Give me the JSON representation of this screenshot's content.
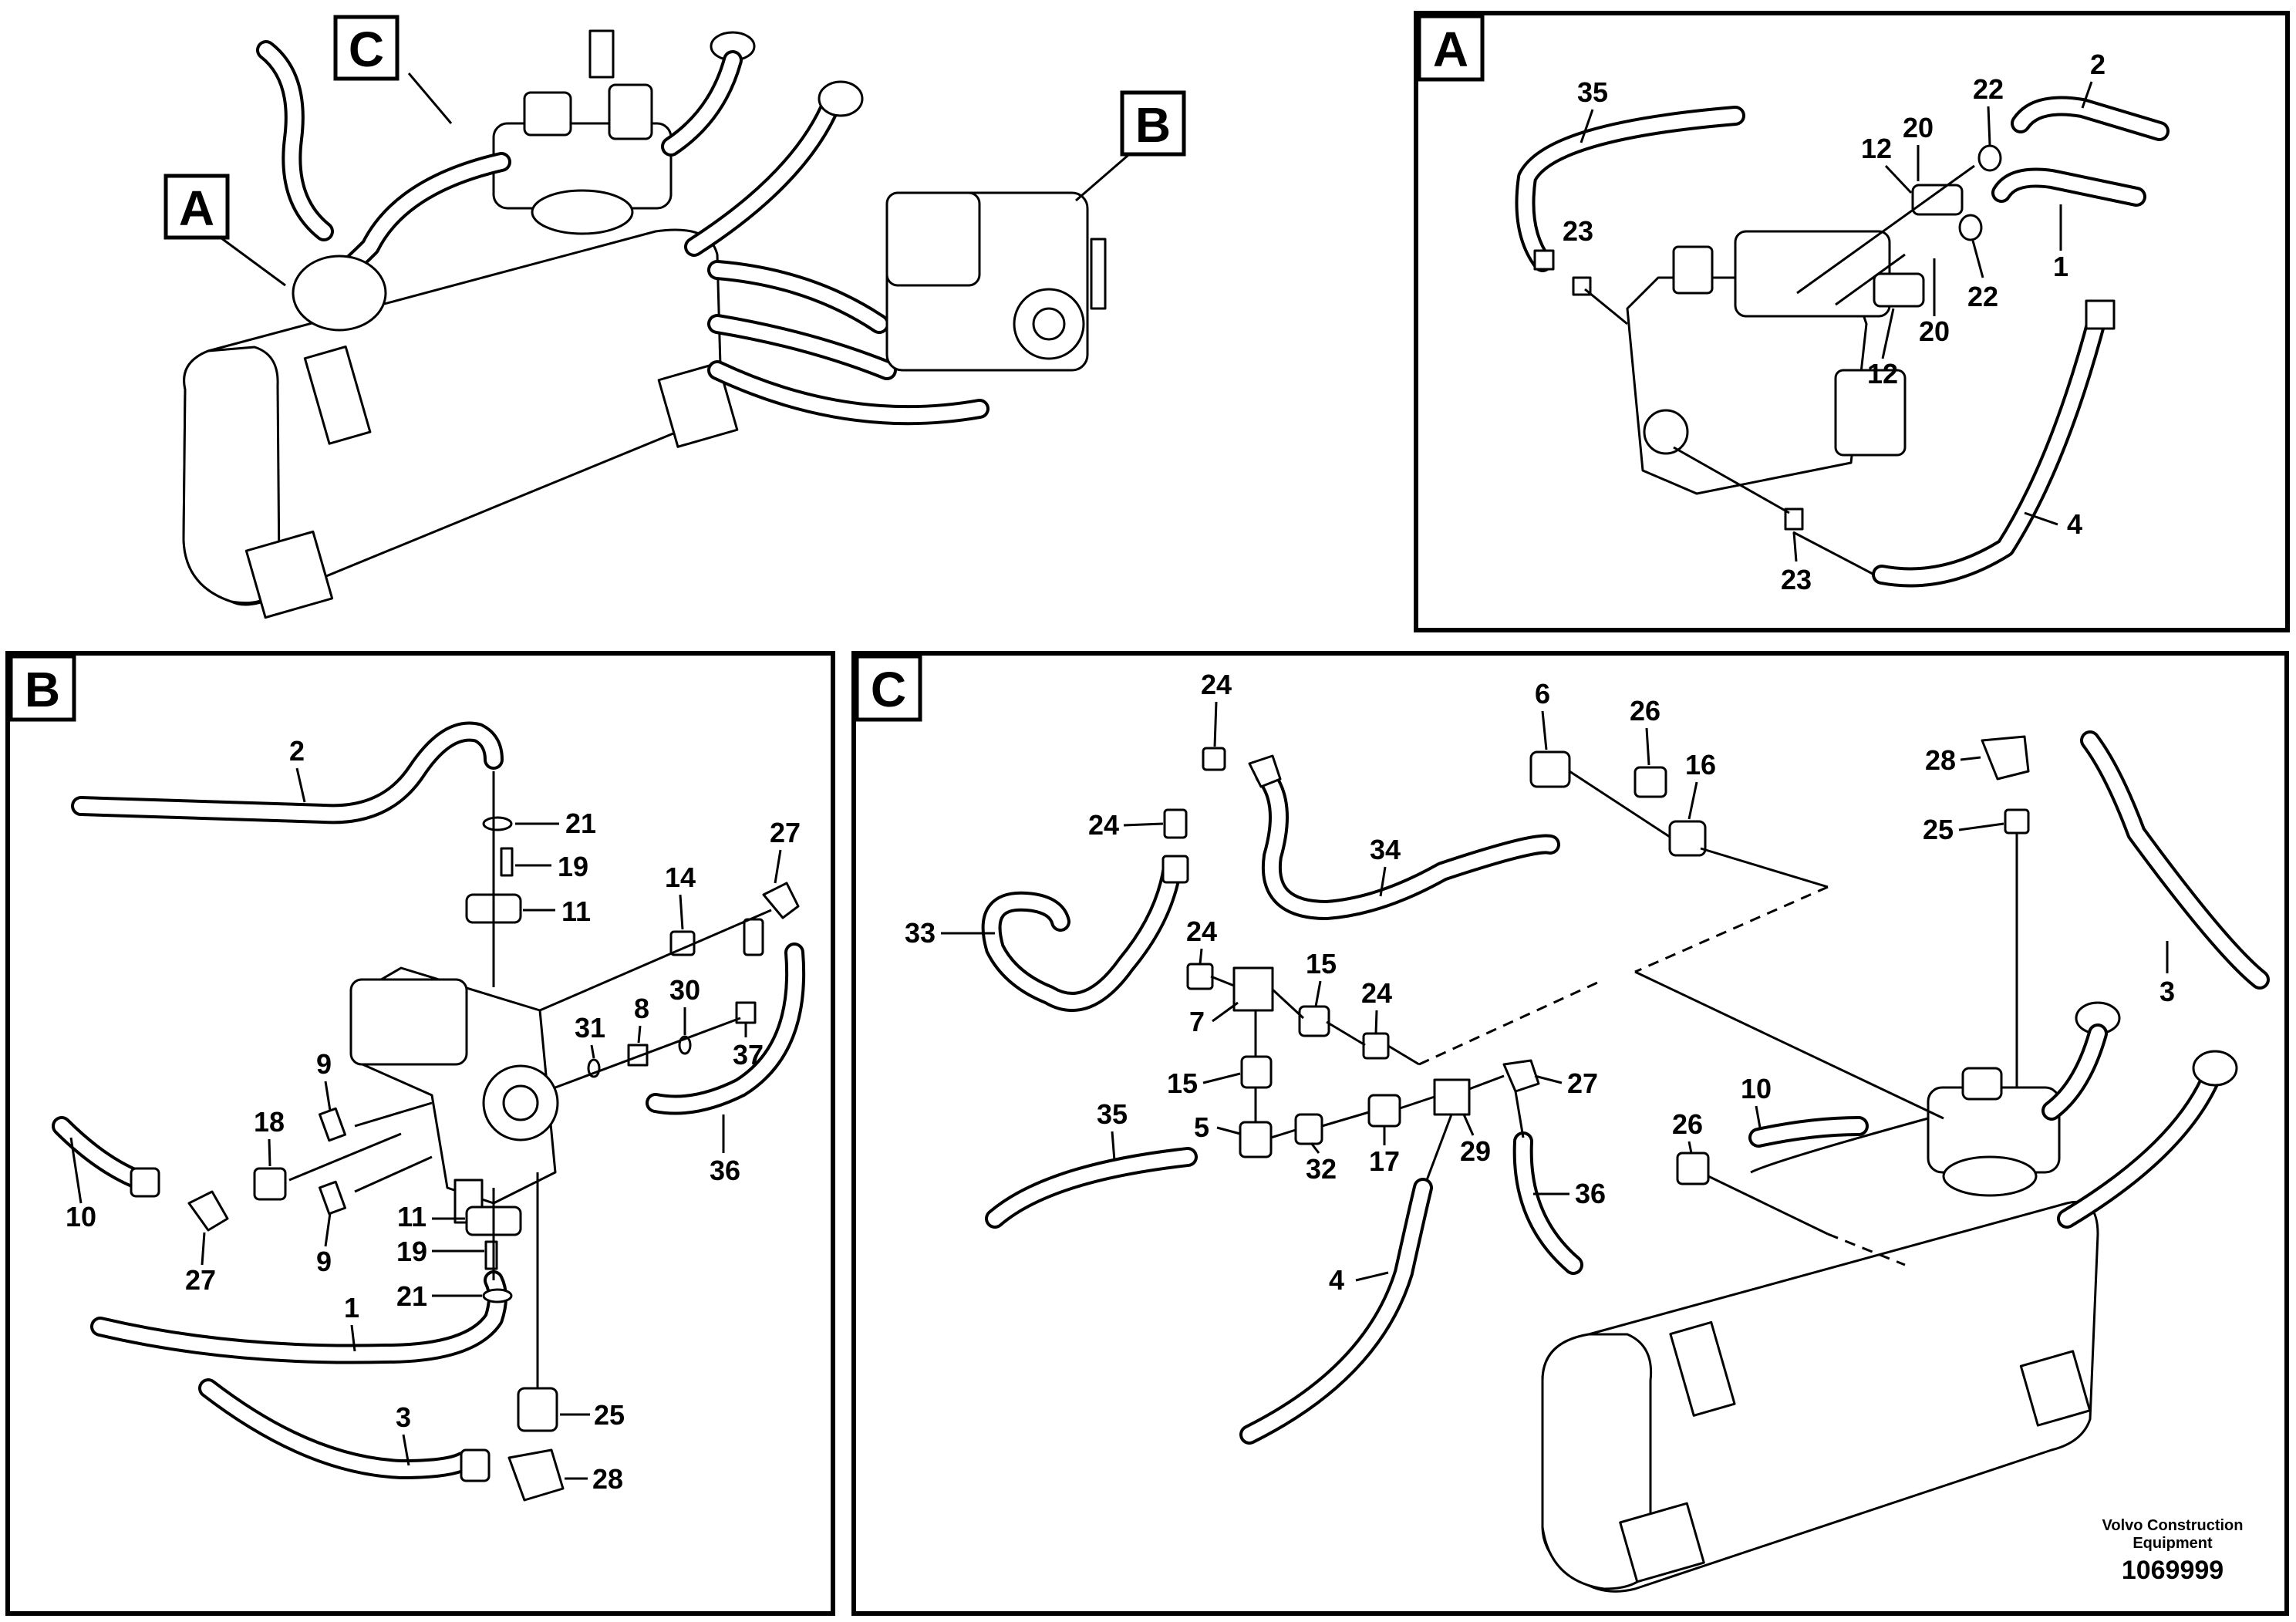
{
  "overview": {
    "labels": [
      "A",
      "B",
      "C"
    ]
  },
  "panel_a": {
    "letter": "A",
    "callouts": [
      "35",
      "2",
      "22",
      "20",
      "12",
      "23",
      "1",
      "22",
      "20",
      "12",
      "4",
      "23"
    ]
  },
  "panel_b": {
    "letter": "B",
    "callouts": [
      "2",
      "21",
      "19",
      "11",
      "14",
      "27",
      "30",
      "8",
      "31",
      "37",
      "9",
      "18",
      "10",
      "27",
      "9",
      "11",
      "19",
      "21",
      "1",
      "36",
      "3",
      "25",
      "28"
    ]
  },
  "panel_c": {
    "letter": "C",
    "callouts": [
      "24",
      "6",
      "26",
      "16",
      "28",
      "24",
      "25",
      "34",
      "33",
      "24",
      "15",
      "24",
      "7",
      "15",
      "27",
      "35",
      "5",
      "32",
      "17",
      "29",
      "36",
      "4",
      "10",
      "26",
      "3"
    ]
  },
  "footer": {
    "brand_line1": "Volvo Construction",
    "brand_line2": "Equipment",
    "doc_number": "1069999"
  }
}
